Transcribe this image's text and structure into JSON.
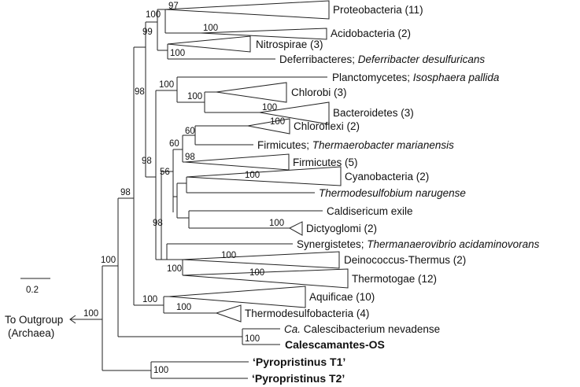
{
  "scale_bar": {
    "value": "0.2"
  },
  "outgroup": {
    "line1": "To Outgroup",
    "line2": "(Archaea)"
  },
  "taxa": {
    "proteobacteria": {
      "main": "Proteobacteria (11)"
    },
    "acidobacteria": {
      "main": "Acidobacteria (2)"
    },
    "nitrospirae": {
      "main": "Nitrospirae (3)"
    },
    "deferribacteres": {
      "main": "Deferribacteres; ",
      "species": "Deferribacter desulfuricans"
    },
    "planctomycetes": {
      "main": "Planctomycetes; ",
      "species": "Isosphaera pallida"
    },
    "chlorobi": {
      "main": "Chlorobi (3)"
    },
    "bacteroidetes": {
      "main": "Bacteroidetes (3)"
    },
    "chloroflexi": {
      "main": "Chloroflexi (2)"
    },
    "firmicutes_thermaerobacter": {
      "main": "Firmicutes; ",
      "species": "Thermaerobacter marianensis"
    },
    "firmicutes": {
      "main": "Firmicutes (5)"
    },
    "cyanobacteria": {
      "main": "Cyanobacteria (2)"
    },
    "thermodesulfobium": {
      "species": "Thermodesulfobium narugense"
    },
    "caldisericum": {
      "main": "Caldisericum exile"
    },
    "dictyoglomi": {
      "main": "Dictyoglomi (2)"
    },
    "synergistetes": {
      "main": "Synergistetes; ",
      "species": "Thermanaerovibrio acidaminovorans"
    },
    "deinococcus": {
      "main": "Deinococcus-Thermus (2)"
    },
    "thermotogae": {
      "main": "Thermotogae (12)"
    },
    "aquificae": {
      "main": "Aquificae (10)"
    },
    "thermodesulfobacteria": {
      "main": "Thermodesulfobacteria (4)"
    },
    "calescibacterium": {
      "prefix": "Ca.",
      "main": " Calescibacterium nevadense"
    },
    "calescamantes_os": {
      "main": "Calescamantes-OS"
    },
    "pyropristinus_t1": {
      "main": "‘Pyropristinus T1’"
    },
    "pyropristinus_t2": {
      "main": "‘Pyropristinus T2’"
    }
  },
  "bootstrap": {
    "root": "100",
    "n130": "100",
    "n150": "98",
    "n170": "98",
    "n185": "99",
    "n200": "100",
    "proteobacteria": "97",
    "acidobacteria": "100",
    "nitrospirae": "100",
    "n198": "98",
    "planctomycetes_node": "100",
    "chlorobi_node": "100",
    "bacteroidetes": "100",
    "n205": "98",
    "n220": "56",
    "n232": "60",
    "n248": "60",
    "chloroflexi": "100",
    "firmicutes": "98",
    "cyanobacteria": "100",
    "dictyoglomi": "100",
    "deinococcus_node": "100",
    "deinococcus": "100",
    "thermotogae": "100",
    "aquificae_node": "100",
    "thermodesulfobacteria": "100",
    "calescamantes": "100",
    "pyropristinus": "100"
  }
}
